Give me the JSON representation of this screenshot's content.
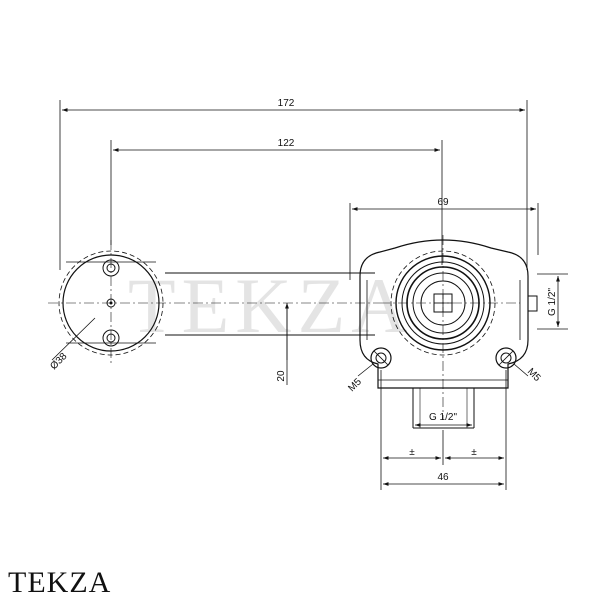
{
  "watermark": "TEKZA",
  "brand": "TEKZA",
  "dimensions": {
    "overall_width": "172",
    "center_distance": "122",
    "body_width": "69",
    "offset": "20",
    "base_width": "46",
    "diameter": "Ø38",
    "thread_side": "G 1/2\"",
    "thread_bottom": "G 1/2\"",
    "mount_left": "M5",
    "mount_right": "M5",
    "small_left": "±",
    "small_right": "±"
  }
}
